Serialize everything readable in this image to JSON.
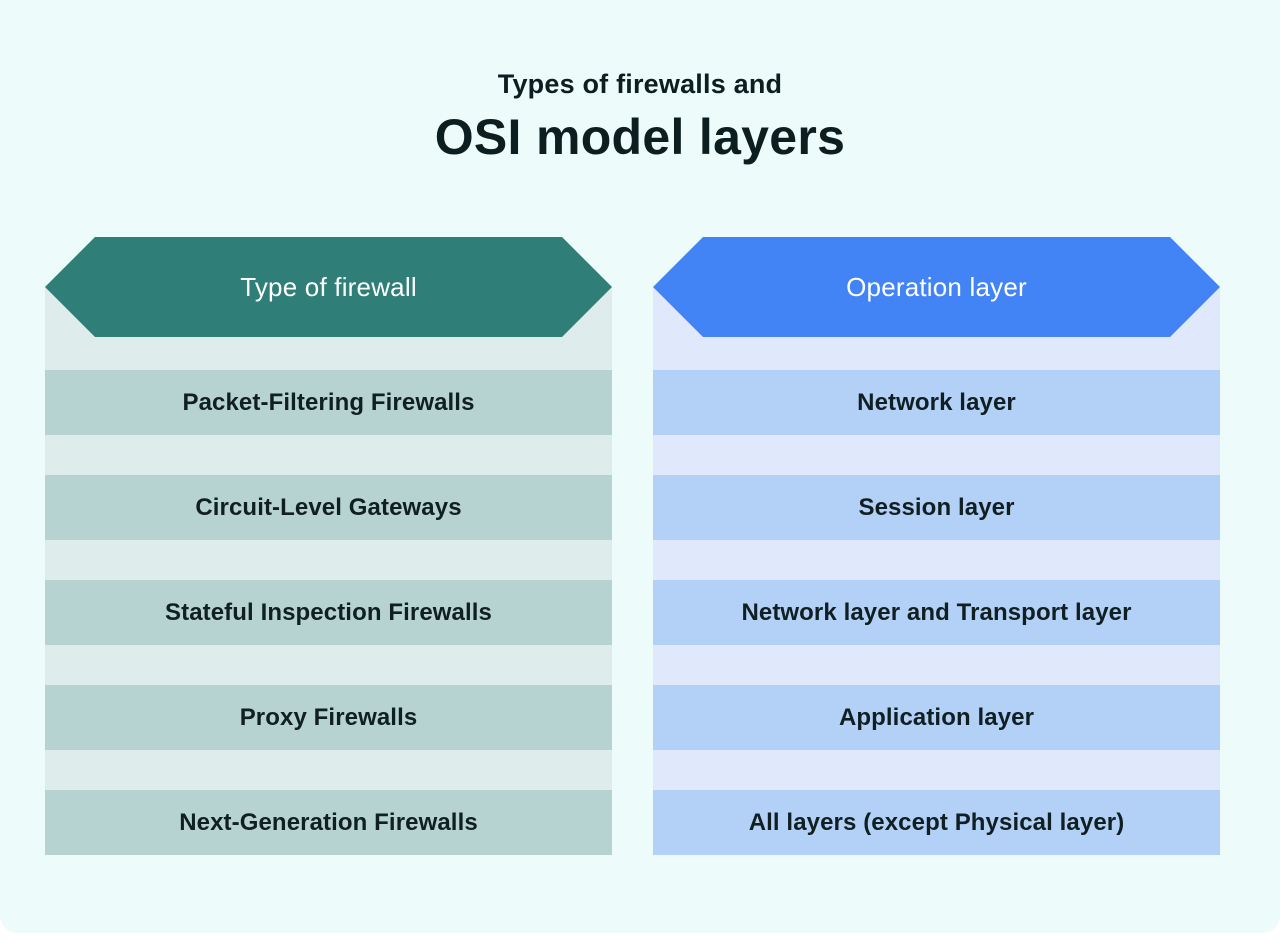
{
  "title": {
    "line1": "Types of firewalls and",
    "line2": "OSI model layers"
  },
  "colors": {
    "page_background": "#ffffff",
    "card_background": "#edfbfa",
    "title_text": "#0d1e21",
    "row_text": "#101f22",
    "header_text": "#ffffff"
  },
  "columns": [
    {
      "id": "firewall",
      "header": "Type of firewall",
      "header_color": "#2f7e78",
      "panel_color": "#deedeb",
      "row_color": "#b7d3d1",
      "rows": [
        "Packet-Filtering Firewalls",
        "Circuit-Level Gateways",
        "Stateful Inspection Firewalls",
        "Proxy Firewalls",
        "Next-Generation Firewalls"
      ]
    },
    {
      "id": "layer",
      "header": "Operation layer",
      "header_color": "#4284f6",
      "panel_color": "#dfe9fb",
      "row_color": "#b3d0f7",
      "rows": [
        "Network layer",
        "Session layer",
        "Network layer and Transport layer",
        "Application layer",
        "All layers (except Physical layer)"
      ]
    }
  ]
}
